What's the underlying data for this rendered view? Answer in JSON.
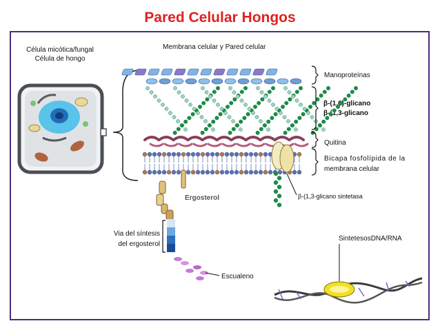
{
  "title": "Pared Celular Hongos",
  "cell": {
    "heading_line1": "Célula micótica/fungal",
    "heading_line2": "Célula de hongo"
  },
  "membrane_heading": "Membrana celular y Pared celular",
  "layers": {
    "manoproteinas": "Manoproteínas",
    "glucan16": "β-(1,6)-glicano",
    "glucan13": "β-(1,3-glicano",
    "quitina": "Quitina",
    "bilayer_line1": "Bicapa fosfolípida de la",
    "bilayer_line2": "membrana celular"
  },
  "ergosterol_label": "Ergosterol",
  "glucan_synthase": "β-(1,3-glicano sintetasa",
  "pathway": {
    "line1": "Via del síntesis",
    "line2": "del ergosterol"
  },
  "escualeno": "Escualeno",
  "dna_rna": "SintetesosDNA/RNA",
  "colors": {
    "title": "#e0211f",
    "frame": "#4b2c7a",
    "mannoprotein": "#7fb4e6",
    "mannoprotein_alt": "#8a78c8",
    "glucan_green": "#1e8a4a",
    "glucan_light": "#9fd3c0",
    "chitin": "#8a3f5c",
    "membrane_head": "#5a73b3",
    "ergosterol": "#d8b26a",
    "squalene": "#c57ad9",
    "dna_complex": "#f2e020"
  }
}
